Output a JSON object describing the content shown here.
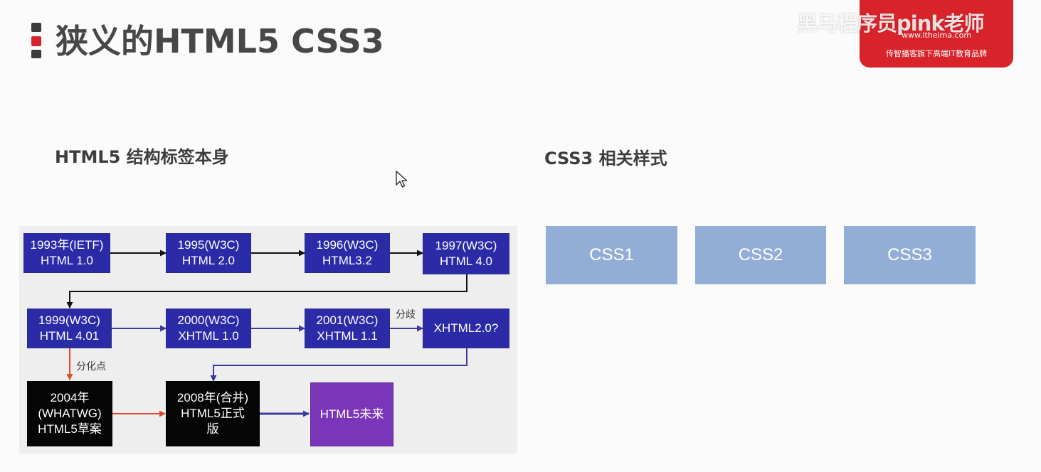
{
  "slide": {
    "title": "狭义的HTML5 CSS3",
    "accent_colors": [
      "#3b3b3b",
      "#d8232a",
      "#3b3b3b"
    ]
  },
  "logo": {
    "url": "www.itheima.com",
    "tagline": "传智播客旗下高端IT教育品牌",
    "brand_color": "#d8232a"
  },
  "watermark": {
    "text": "黑马程序员pink老师"
  },
  "left_section": {
    "heading": "HTML5 结构标签本身",
    "diagram": {
      "nodes": [
        {
          "id": "n1993",
          "lines": [
            "1993年(IETF)",
            "HTML 1.0"
          ],
          "style": "blue"
        },
        {
          "id": "n1995",
          "lines": [
            "1995(W3C)",
            "HTML 2.0"
          ],
          "style": "blue"
        },
        {
          "id": "n1996",
          "lines": [
            "1996(W3C)",
            "HTML3.2"
          ],
          "style": "blue"
        },
        {
          "id": "n1997",
          "lines": [
            "1997(W3C)",
            "HTML 4.0"
          ],
          "style": "blue"
        },
        {
          "id": "n1999",
          "lines": [
            "1999(W3C)",
            "HTML 4.01"
          ],
          "style": "blue"
        },
        {
          "id": "n2000",
          "lines": [
            "2000(W3C)",
            "XHTML 1.0"
          ],
          "style": "blue"
        },
        {
          "id": "n2001",
          "lines": [
            "2001(W3C)",
            "XHTML 1.1"
          ],
          "style": "blue"
        },
        {
          "id": "nx2",
          "lines": [
            "XHTML2.0?"
          ],
          "style": "blue"
        },
        {
          "id": "n2004",
          "lines": [
            "2004年",
            "(WHATWG)",
            "HTML5草案"
          ],
          "style": "black"
        },
        {
          "id": "n2008",
          "lines": [
            "2008年(合并)",
            "HTML5正式",
            "版"
          ],
          "style": "black"
        },
        {
          "id": "nfuture",
          "lines": [
            "HTML5未来"
          ],
          "style": "purple"
        }
      ],
      "labels": {
        "branch": "分歧",
        "divergence": "分化点"
      }
    }
  },
  "right_section": {
    "heading": "CSS3 相关样式",
    "boxes": [
      "CSS1",
      "CSS2",
      "CSS3"
    ],
    "box_color": "#93aed6"
  }
}
